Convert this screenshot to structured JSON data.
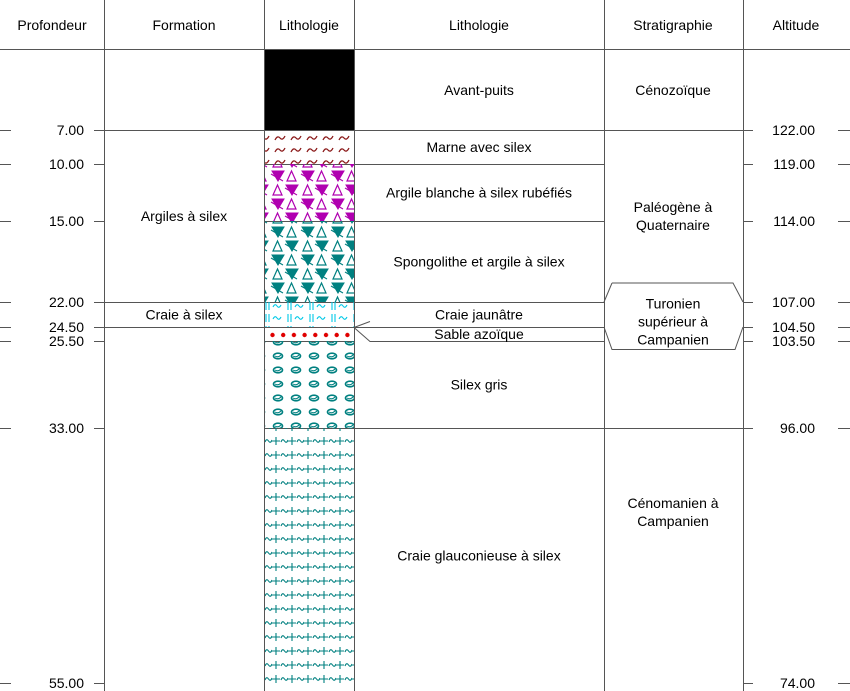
{
  "headers": {
    "depth": "Profondeur",
    "formation": "Formation",
    "lithology_column": "Lithologie",
    "lithology_description": "Lithologie",
    "stratigraphy": "Stratigraphie",
    "altitude": "Altitude"
  },
  "depth_marks": [
    {
      "depth": 7.0,
      "depth_label": "7.00",
      "altitude_label": "122.00"
    },
    {
      "depth": 10.0,
      "depth_label": "10.00",
      "altitude_label": "119.00"
    },
    {
      "depth": 15.0,
      "depth_label": "15.00",
      "altitude_label": "114.00"
    },
    {
      "depth": 22.0,
      "depth_label": "22.00",
      "altitude_label": "107.00"
    },
    {
      "depth": 24.5,
      "depth_label": "24.50",
      "altitude_label": "104.50"
    },
    {
      "depth": 25.5,
      "depth_label": "25.50",
      "altitude_label": "103.50"
    },
    {
      "depth": 33.0,
      "depth_label": "33.00",
      "altitude_label": "96.00"
    },
    {
      "depth": 55.0,
      "depth_label": "55.00",
      "altitude_label": "74.00"
    }
  ],
  "formations": [
    {
      "label": "Argiles à silex",
      "from": 7.0,
      "to": 22.0
    },
    {
      "label": "Craie à silex",
      "from": 22.0,
      "to": 24.5
    }
  ],
  "lithology_layers": [
    {
      "label": "Avant-puits",
      "from": 0.0,
      "to": 7.0,
      "pattern": "solid-black"
    },
    {
      "label": "Marne avec silex",
      "from": 7.0,
      "to": 10.0,
      "pattern": "tilde-brown"
    },
    {
      "label": "Argile blanche à silex rubéfiés",
      "from": 10.0,
      "to": 15.0,
      "pattern": "triangles-magenta"
    },
    {
      "label": "Spongolithe et argile à silex",
      "from": 15.0,
      "to": 22.0,
      "pattern": "triangles-teal"
    },
    {
      "label": "Craie jaunâtre",
      "from": 22.0,
      "to": 24.5,
      "pattern": "bars-cyan"
    },
    {
      "label": "Sable azoïque",
      "from": 24.5,
      "to": 25.5,
      "pattern": "dots-red"
    },
    {
      "label": "Silex gris",
      "from": 25.5,
      "to": 33.0,
      "pattern": "nodules-teal"
    },
    {
      "label": "Craie glauconieuse à silex",
      "from": 33.0,
      "to": 55.0,
      "pattern": "plus-tilde-teal"
    }
  ],
  "stratigraphy": [
    {
      "lines": [
        "Cénozoïque"
      ],
      "from": 0.0,
      "to": 7.0
    },
    {
      "lines": [
        "Paléogène à",
        "Quaternaire"
      ],
      "from": 7.0,
      "to": 22.0
    },
    {
      "lines": [
        "Turonien",
        "supérieur  à",
        "Campanien"
      ],
      "from": 22.0,
      "to": 25.5
    },
    {
      "lines": [
        "Cénomanien à",
        "Campanien"
      ],
      "from": 25.5,
      "to": 55.0
    }
  ],
  "colors": {
    "brown": "#8b1a1a",
    "magenta": "#b000b0",
    "teal": "#008080",
    "cyan": "#00c8e6",
    "red": "#e00000",
    "line": "#555555"
  }
}
